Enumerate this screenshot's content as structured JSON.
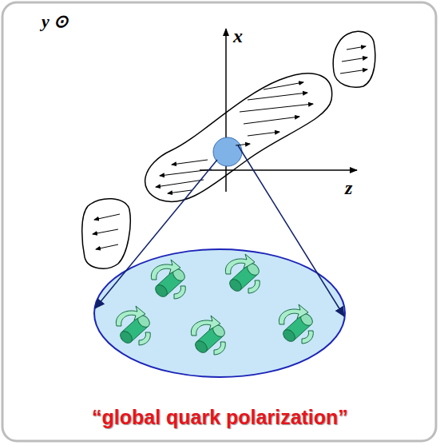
{
  "diagram": {
    "caption": "“global quark polarization”",
    "labels": [
      "y ⊙",
      "x",
      "z"
    ]
  }
}
